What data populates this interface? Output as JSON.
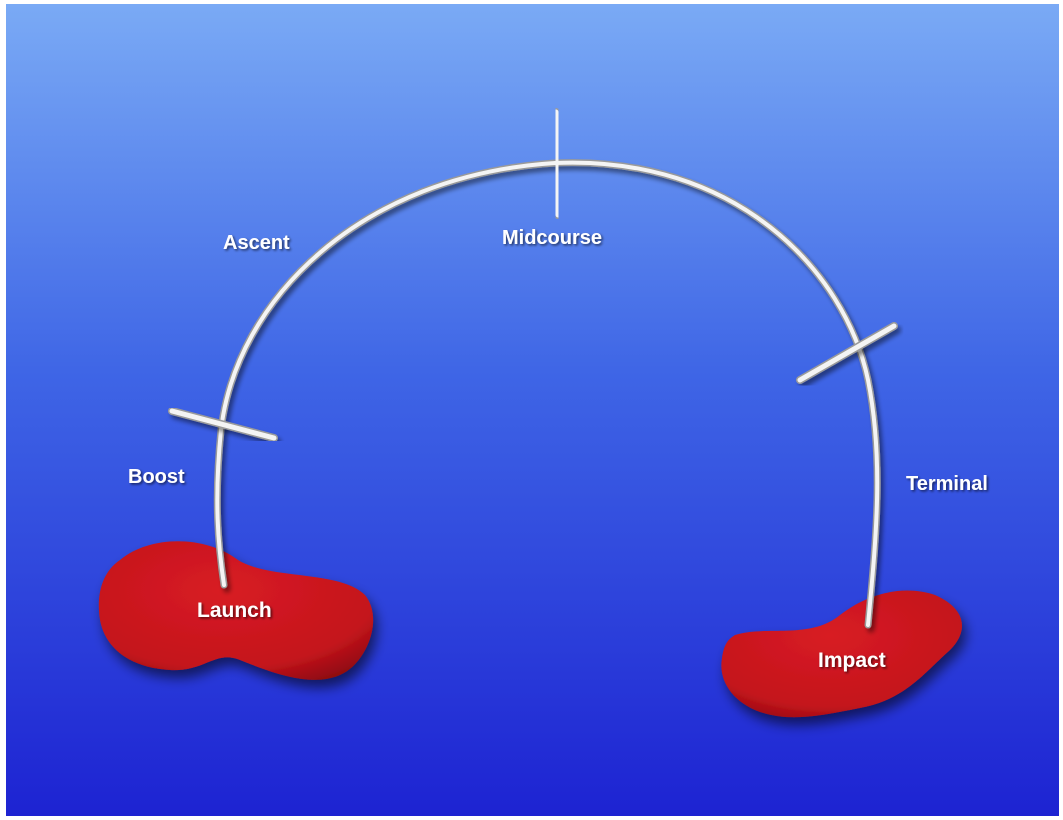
{
  "colors": {
    "sky_top": "#7aaaf5",
    "sky_bottom": "#1d23d2",
    "trajectory": "#f2f2f2",
    "region_fill": "#c8161e",
    "label_text": "#ffffff"
  },
  "labels": {
    "boost": "Boost",
    "ascent": "Ascent",
    "midcourse": "Midcourse",
    "terminal": "Terminal",
    "launch": "Launch",
    "impact": "Impact"
  }
}
